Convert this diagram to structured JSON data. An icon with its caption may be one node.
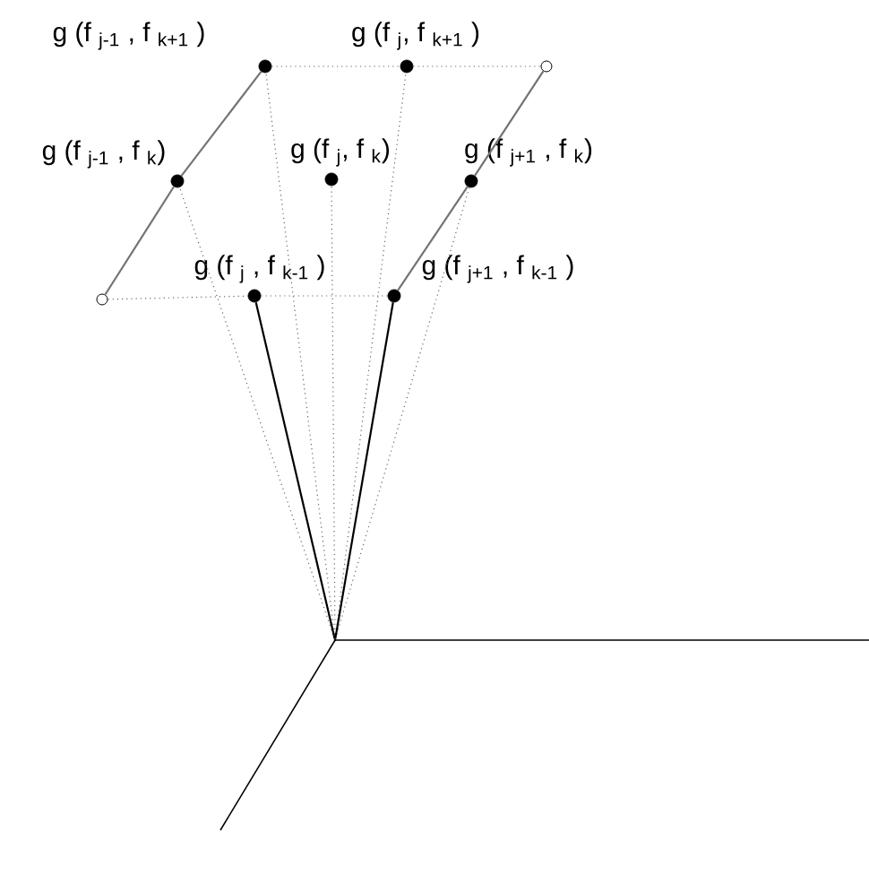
{
  "diagram": {
    "nodes": [
      {
        "text": [],
        "shape": "dot",
        "beside": [
          "g (f $_{j-1}$ , f $_{k+1}$ )"
        ]
      },
      {
        "text": [],
        "shape": "dot",
        "beside": [
          "g (f $_{j}$, f $_{k+1}$ )"
        ]
      },
      {
        "text": [],
        "shape": "circle"
      },
      {
        "text": [],
        "shape": "dot",
        "beside": [
          "g (f $_{j-1}$ , f $_{k}$)"
        ]
      },
      {
        "text": [],
        "shape": "dot",
        "beside": [
          "g (f $_{j}$, f $_{k}$)"
        ]
      },
      {
        "text": [],
        "shape": "dot",
        "beside": [
          "g (f $_{j+1}$ , f $_{k}$)"
        ]
      },
      {
        "text": [],
        "shape": "circle"
      },
      {
        "text": [],
        "shape": "dot",
        "beside": [
          "g (f $_{j}$ , f $_{k-1}$ )"
        ]
      },
      {
        "text": [],
        "shape": "dot",
        "beside": [
          "g (f $_{j+1}$ , f $_{k-1}$ )"
        ]
      },
      {
        "text": [],
        "shape": "point"
      }
    ],
    "edges": [
      {
        "from": 0,
        "to": 1,
        "arrow": "none",
        "style": "dashed"
      },
      {
        "from": 1,
        "to": 2,
        "arrow": "none",
        "style": "dashed"
      },
      {
        "from": 6,
        "to": 7,
        "arrow": "none",
        "style": "dashed"
      },
      {
        "from": 7,
        "to": 8,
        "arrow": "none",
        "style": "dashed"
      },
      {
        "from": 0,
        "to": 3,
        "arrow": "none"
      },
      {
        "from": 3,
        "to": 6,
        "arrow": "none"
      },
      {
        "from": 2,
        "to": 5,
        "arrow": "none"
      },
      {
        "from": 5,
        "to": 8,
        "arrow": "none"
      },
      {
        "from": 9,
        "to": 0,
        "arrow": "none",
        "style": "dashed"
      },
      {
        "from": 9,
        "to": 1,
        "arrow": "none",
        "style": "dashed"
      },
      {
        "from": 9,
        "to": 3,
        "arrow": "none",
        "style": "dashed"
      },
      {
        "from": 9,
        "to": 4,
        "arrow": "none",
        "style": "dashed"
      },
      {
        "from": 9,
        "to": 5,
        "arrow": "none",
        "style": "dashed"
      },
      {
        "from": 9,
        "to": 7,
        "arrow": "none",
        "color": "#000000"
      },
      {
        "from": 9,
        "to": 8,
        "arrow": "none",
        "color": "#000000"
      }
    ]
  }
}
